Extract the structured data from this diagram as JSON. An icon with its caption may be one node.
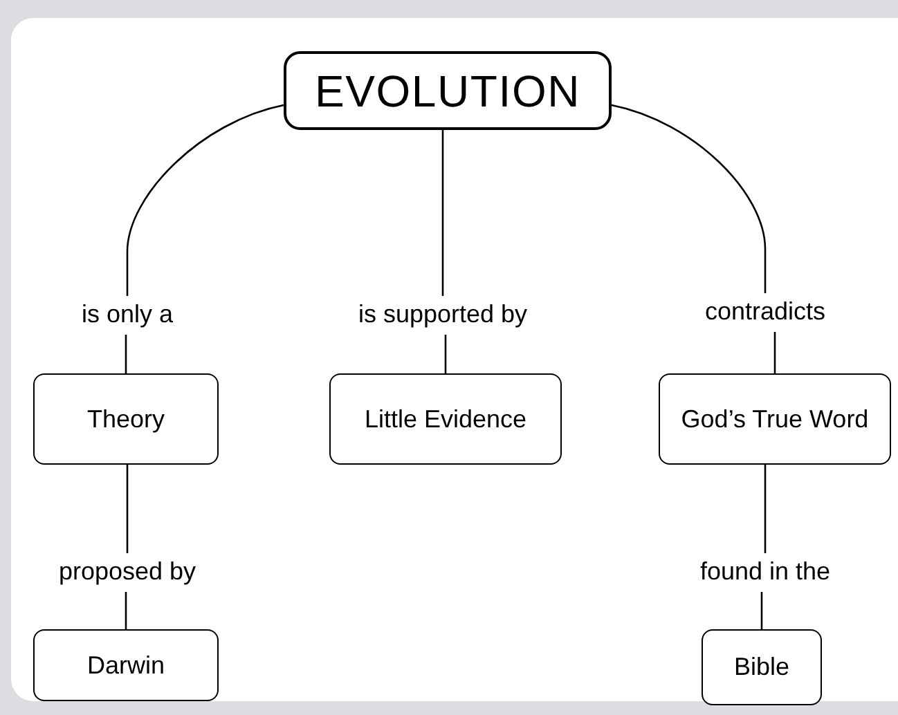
{
  "diagram": {
    "nodes": [
      {
        "text": [
          "EVOLUTION"
        ]
      },
      {
        "text": [
          "is only a"
        ]
      },
      {
        "text": [
          "is supported by"
        ]
      },
      {
        "text": [
          "contradicts"
        ]
      },
      {
        "text": [
          "Theory"
        ]
      },
      {
        "text": [
          "Little Evidence"
        ]
      },
      {
        "text": [
          "God’s True Word"
        ]
      },
      {
        "text": [
          "proposed by"
        ]
      },
      {
        "text": [
          "Darwin"
        ]
      },
      {
        "text": [
          "found in the"
        ]
      },
      {
        "text": [
          "Bible"
        ]
      }
    ],
    "edges": [
      {
        "from": 0,
        "to": 1,
        "arrow": "none"
      },
      {
        "from": 0,
        "to": 2,
        "arrow": "none"
      },
      {
        "from": 0,
        "to": 3,
        "arrow": "none"
      },
      {
        "from": 1,
        "to": 4,
        "arrow": "none"
      },
      {
        "from": 2,
        "to": 5,
        "arrow": "none"
      },
      {
        "from": 3,
        "to": 6,
        "arrow": "none"
      },
      {
        "from": 4,
        "to": 7,
        "arrow": "none"
      },
      {
        "from": 7,
        "to": 8,
        "arrow": "none"
      },
      {
        "from": 6,
        "to": 9,
        "arrow": "none"
      },
      {
        "from": 9,
        "to": 10,
        "arrow": "none"
      }
    ]
  }
}
